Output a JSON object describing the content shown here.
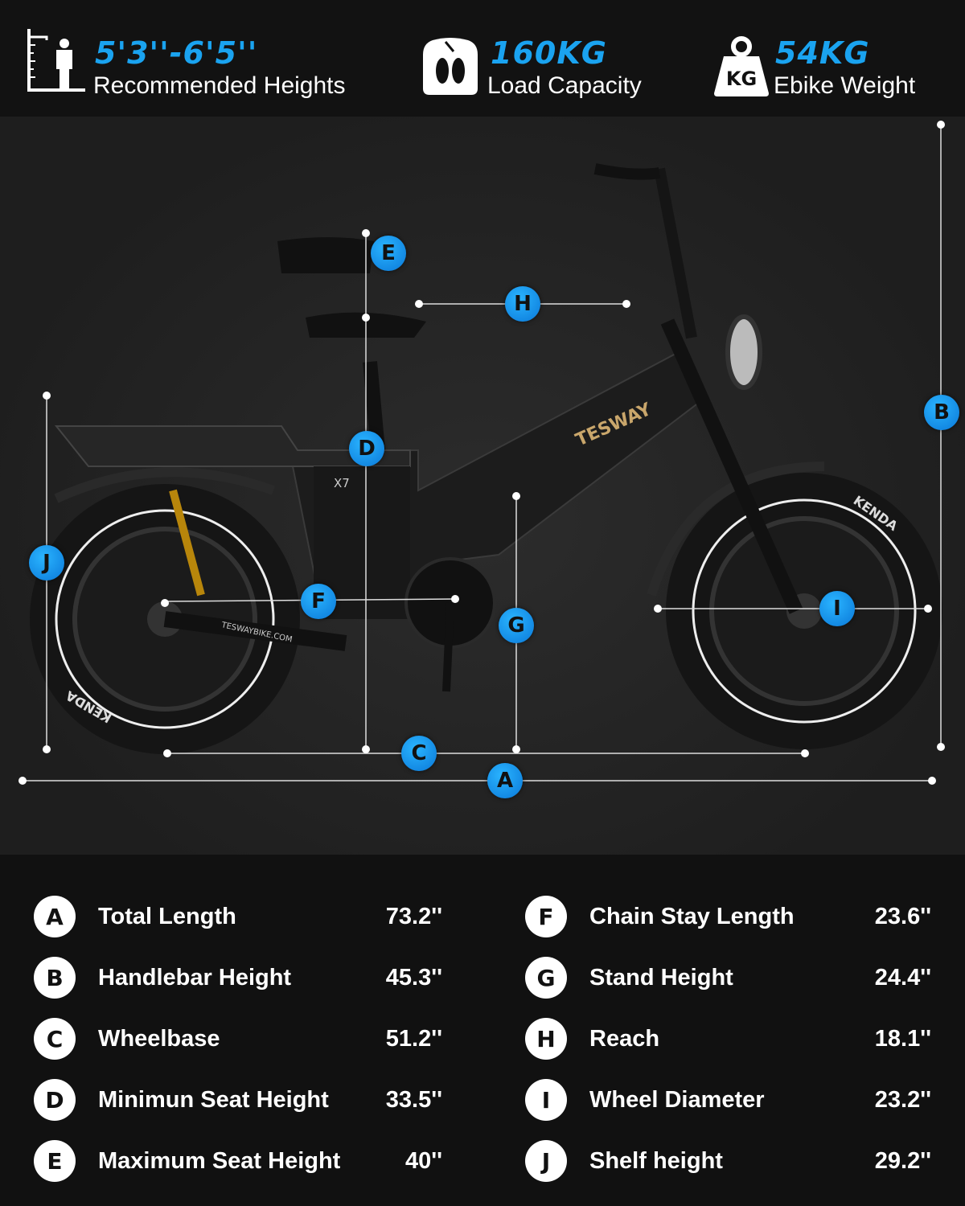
{
  "header": {
    "stats": [
      {
        "icon": "height-ruler-person-icon",
        "value": "5'3''-6'5''",
        "label": "Recommended Heights"
      },
      {
        "icon": "scale-footprints-icon",
        "value": "160KG",
        "label": "Load Capacity"
      },
      {
        "icon": "kg-weight-icon",
        "value": "54KG",
        "label": "Ebike Weight",
        "icon_text": "KG"
      }
    ]
  },
  "bike": {
    "brand": "TESWAY",
    "model": "X7",
    "tire_brand": "KENDA",
    "website": "TESWAYBIKE.COM"
  },
  "colors": {
    "accent": "#1aa3f0",
    "background": "#111111",
    "stage": "#262626"
  },
  "specs": [
    {
      "letter": "A",
      "label": "Total Length",
      "value": "73.2''"
    },
    {
      "letter": "B",
      "label": "Handlebar Height",
      "value": "45.3''"
    },
    {
      "letter": "C",
      "label": "Wheelbase",
      "value": "51.2''"
    },
    {
      "letter": "D",
      "label": "Minimun Seat Height",
      "value": "33.5''"
    },
    {
      "letter": "E",
      "label": "Maximum Seat Height",
      "value": "40''"
    },
    {
      "letter": "F",
      "label": "Chain Stay Length",
      "value": "23.6''"
    },
    {
      "letter": "G",
      "label": "Stand Height",
      "value": "24.4''"
    },
    {
      "letter": "H",
      "label": "Reach",
      "value": "18.1''"
    },
    {
      "letter": "I",
      "label": "Wheel Diameter",
      "value": "23.2''"
    },
    {
      "letter": "J",
      "label": "Shelf height",
      "value": "29.2''"
    }
  ]
}
